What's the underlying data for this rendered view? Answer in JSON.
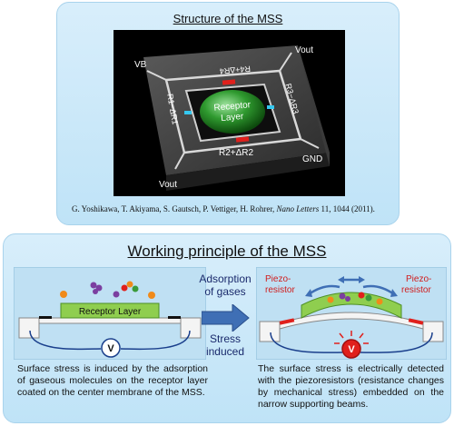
{
  "top": {
    "title": "Structure of the MSS",
    "diagram_labels": {
      "vb": "VB",
      "vout_top": "Vout",
      "vout_bottom": "Vout",
      "gnd": "GND",
      "r4": "R4+ΔR4",
      "r1": "R1−ΔR1",
      "r3": "R3−ΔR3",
      "r2": "R2+ΔR2",
      "receptor": [
        "Receptor",
        "Layer"
      ]
    },
    "citation_authors": "G. Yoshikawa, T. Akiyama, S. Gautsch, P. Vettiger, H. Rohrer, ",
    "citation_journal": "Nano Letters",
    "citation_rest": " 11, 1044 (2011)."
  },
  "bottom": {
    "title": "Working principle of the MSS",
    "left_diagram": {
      "receptor_label": "Receptor Layer",
      "meter": "V"
    },
    "arrow_top": [
      "Adsorption",
      "of gases"
    ],
    "arrow_bottom": [
      "Stress",
      "induced"
    ],
    "right_diagram": {
      "piezo_left": [
        "Piezo-",
        "resistor"
      ],
      "piezo_right": [
        "Piezo-",
        "resistor"
      ],
      "meter": "V"
    },
    "left_text": "Surface stress is induced by the adsorption of gaseous molecules on the receptor layer coated on the center membrane of the MSS.",
    "right_text": "The surface stress is electrically detected with the piezoresistors (resistance changes by mechanical stress) embedded on the narrow supporting beams."
  },
  "colors": {
    "panel_bg": "#c8e7f9",
    "receptor_green": "#2e8b2e",
    "piezo_red": "#e0201c",
    "arrow_blue": "#3f6fb5"
  }
}
